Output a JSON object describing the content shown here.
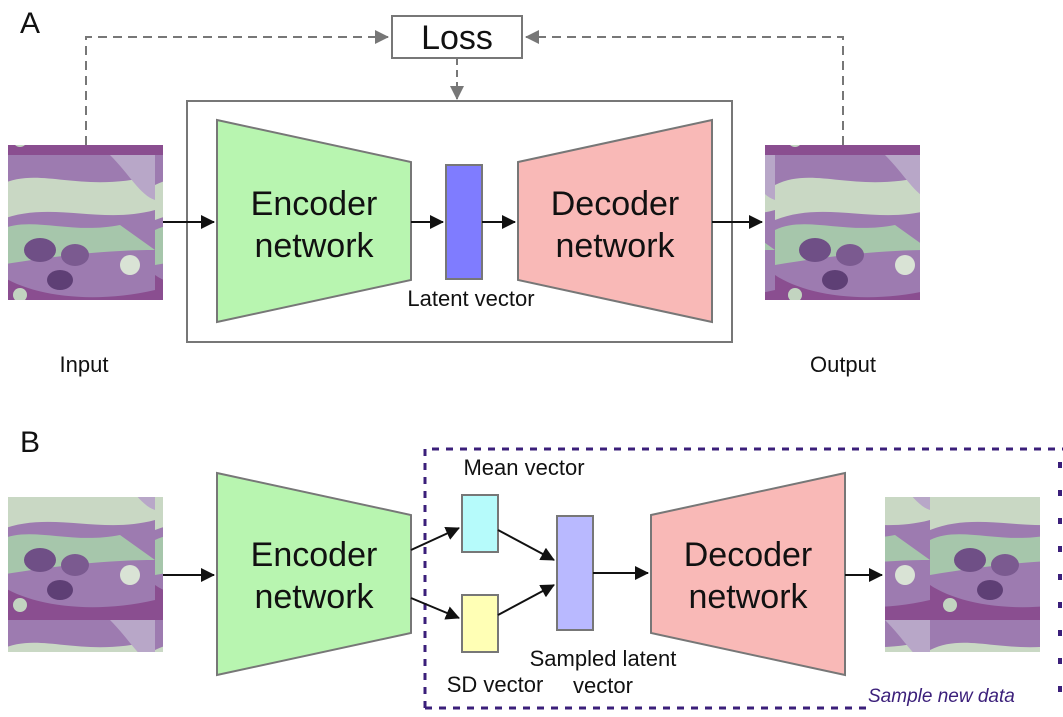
{
  "panel_a": {
    "letter": "A",
    "loss_label": "Loss",
    "encoder_line1": "Encoder",
    "encoder_line2": "network",
    "decoder_line1": "Decoder",
    "decoder_line2": "network",
    "latent_label": "Latent vector",
    "input_label": "Input",
    "output_label": "Output"
  },
  "panel_b": {
    "letter": "B",
    "encoder_line1": "Encoder",
    "encoder_line2": "network",
    "mean_label": "Mean vector",
    "sd_label": "SD vector",
    "sampled_line1": "Sampled latent",
    "sampled_line2": "vector",
    "decoder_line1": "Decoder",
    "decoder_line2": "network",
    "sample_new_data": "Sample new data"
  },
  "colors": {
    "encoder": "#b8f5b0",
    "decoder": "#f9b9b7",
    "latent": "#7f7cff",
    "mean": "#b6fbfb",
    "sd": "#ffffb5",
    "sampled": "#b9b9ff",
    "dashed_region": "#3b1f7a",
    "arrow": "#111111",
    "dashed_arrow": "#777777"
  }
}
